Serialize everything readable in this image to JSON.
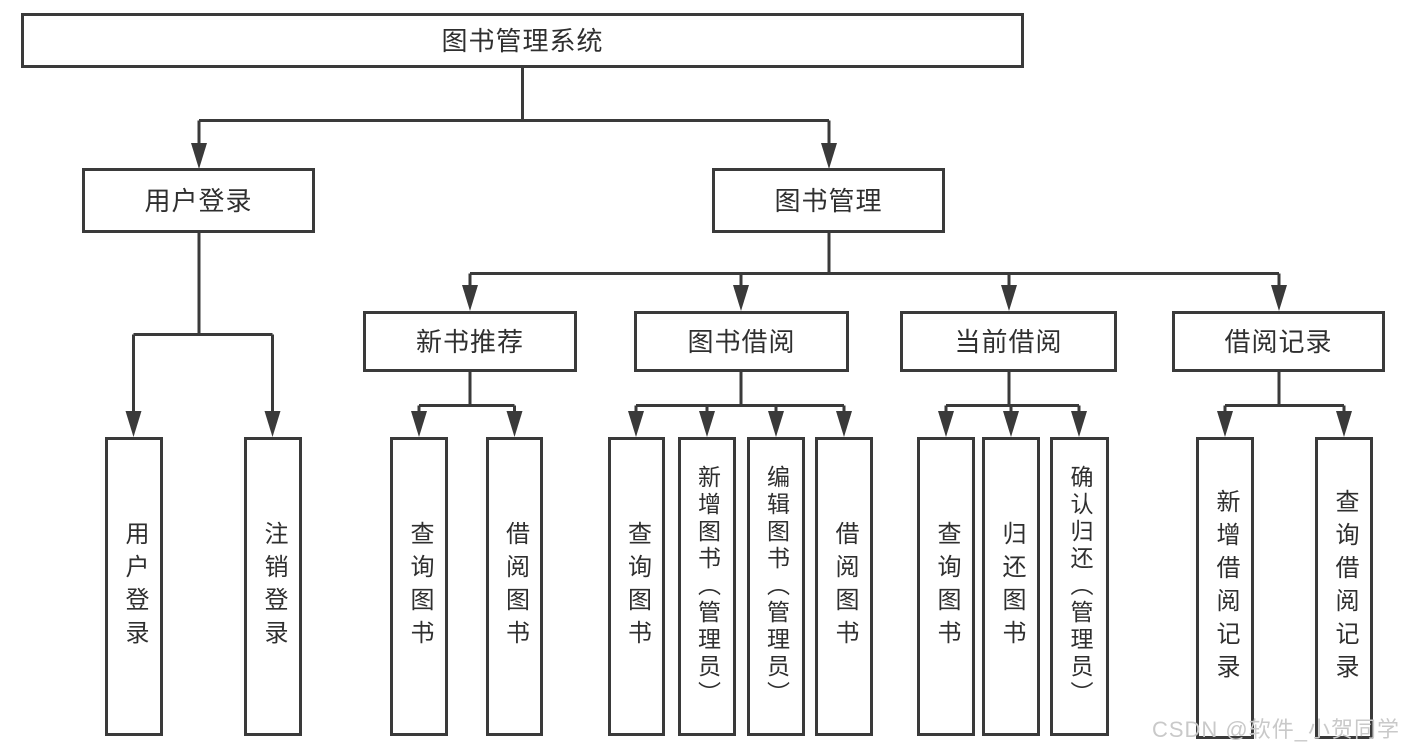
{
  "nodes": {
    "root": "图书管理系统",
    "user_login": "用户登录",
    "book_management": "图书管理",
    "new_book_recommend": "新书推荐",
    "book_borrowing": "图书借阅",
    "current_borrowing": "当前借阅",
    "borrowing_records": "借阅记录",
    "leaf_user_login": "用户登录",
    "leaf_logout": "注销登录",
    "leaf_query_book_recommend": "查询图书",
    "leaf_borrow_book_recommend": "借阅图书",
    "leaf_query_book_borrowing": "查询图书",
    "leaf_add_book_admin": "新增图书（管理员）",
    "leaf_edit_book_admin": "编辑图书（管理员）",
    "leaf_borrow_book_borrowing": "借阅图书",
    "leaf_query_book_current": "查询图书",
    "leaf_return_book": "归还图书",
    "leaf_confirm_return_admin": "确认归还（管理员）",
    "leaf_add_borrow_record": "新增借阅记录",
    "leaf_query_borrow_record": "查询借阅记录"
  },
  "watermark": "CSDN @软件_小贺同学",
  "colors": {
    "line": "#3a3a3a",
    "box_border": "#3a3a3a",
    "text": "#2f2f2f",
    "watermark": "#c9c9c9",
    "background": "#ffffff"
  }
}
